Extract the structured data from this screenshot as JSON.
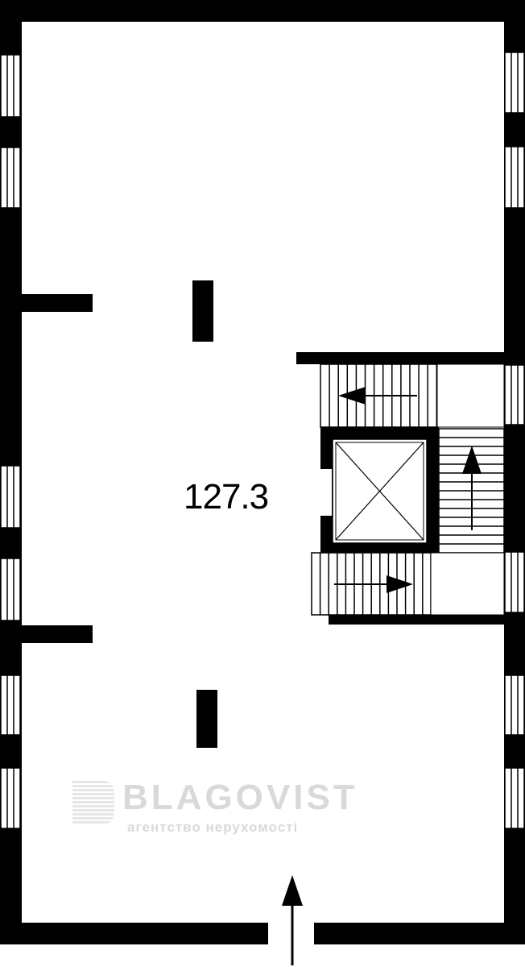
{
  "plan": {
    "area_label": "127.3",
    "watermark": {
      "brand": "BLAGOVIST",
      "subtitle": "агентство нерухомості"
    },
    "colors": {
      "wall": "#000000",
      "background": "#ffffff",
      "watermark": "#e6e6e6"
    }
  }
}
